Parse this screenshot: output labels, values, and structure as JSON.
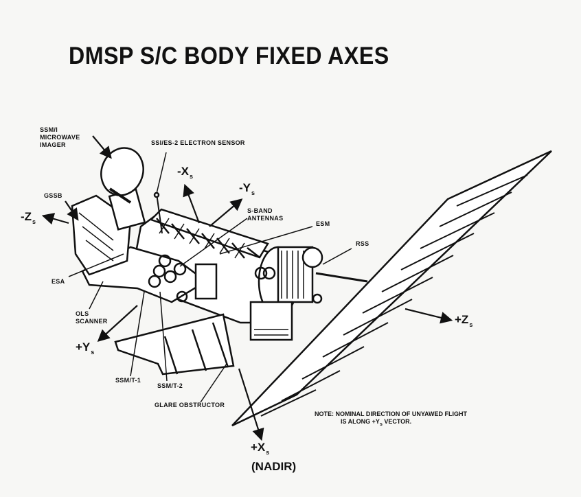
{
  "title": "DMSP S/C BODY FIXED AXES",
  "labels": {
    "ssmi": [
      "SSM/I",
      "MICROWAVE",
      "IMAGER"
    ],
    "ssi_es2": "SSI/ES-2 ELECTRON SENSOR",
    "sband": [
      "S-BAND",
      "ANTENNAS"
    ],
    "esm": "ESM",
    "rss": "RSS",
    "gssb": "GSSB",
    "esa": "ESA",
    "ols": [
      "OLS",
      "SCANNER"
    ],
    "ssmt1": "SSM/T-1",
    "ssmt2": "SSM/T-2",
    "glare": "GLARE OBSTRUCTOR"
  },
  "axes": {
    "minus_x": {
      "main": "-X",
      "sub": "s"
    },
    "minus_y": {
      "main": "-Y",
      "sub": "s"
    },
    "minus_z": {
      "main": "-Z",
      "sub": "s"
    },
    "plus_y": {
      "main": "+Y",
      "sub": "s"
    },
    "plus_z": {
      "main": "+Z",
      "sub": "s"
    },
    "plus_x": {
      "main": "+X",
      "sub": "s",
      "note": "(NADIR)"
    }
  },
  "note": {
    "line1": "NOTE:  NOMINAL DIRECTION OF UNYAWED FLIGHT",
    "line2_pre": "IS ALONG +Y",
    "line2_sub": "s",
    "line2_post": " VECTOR."
  }
}
